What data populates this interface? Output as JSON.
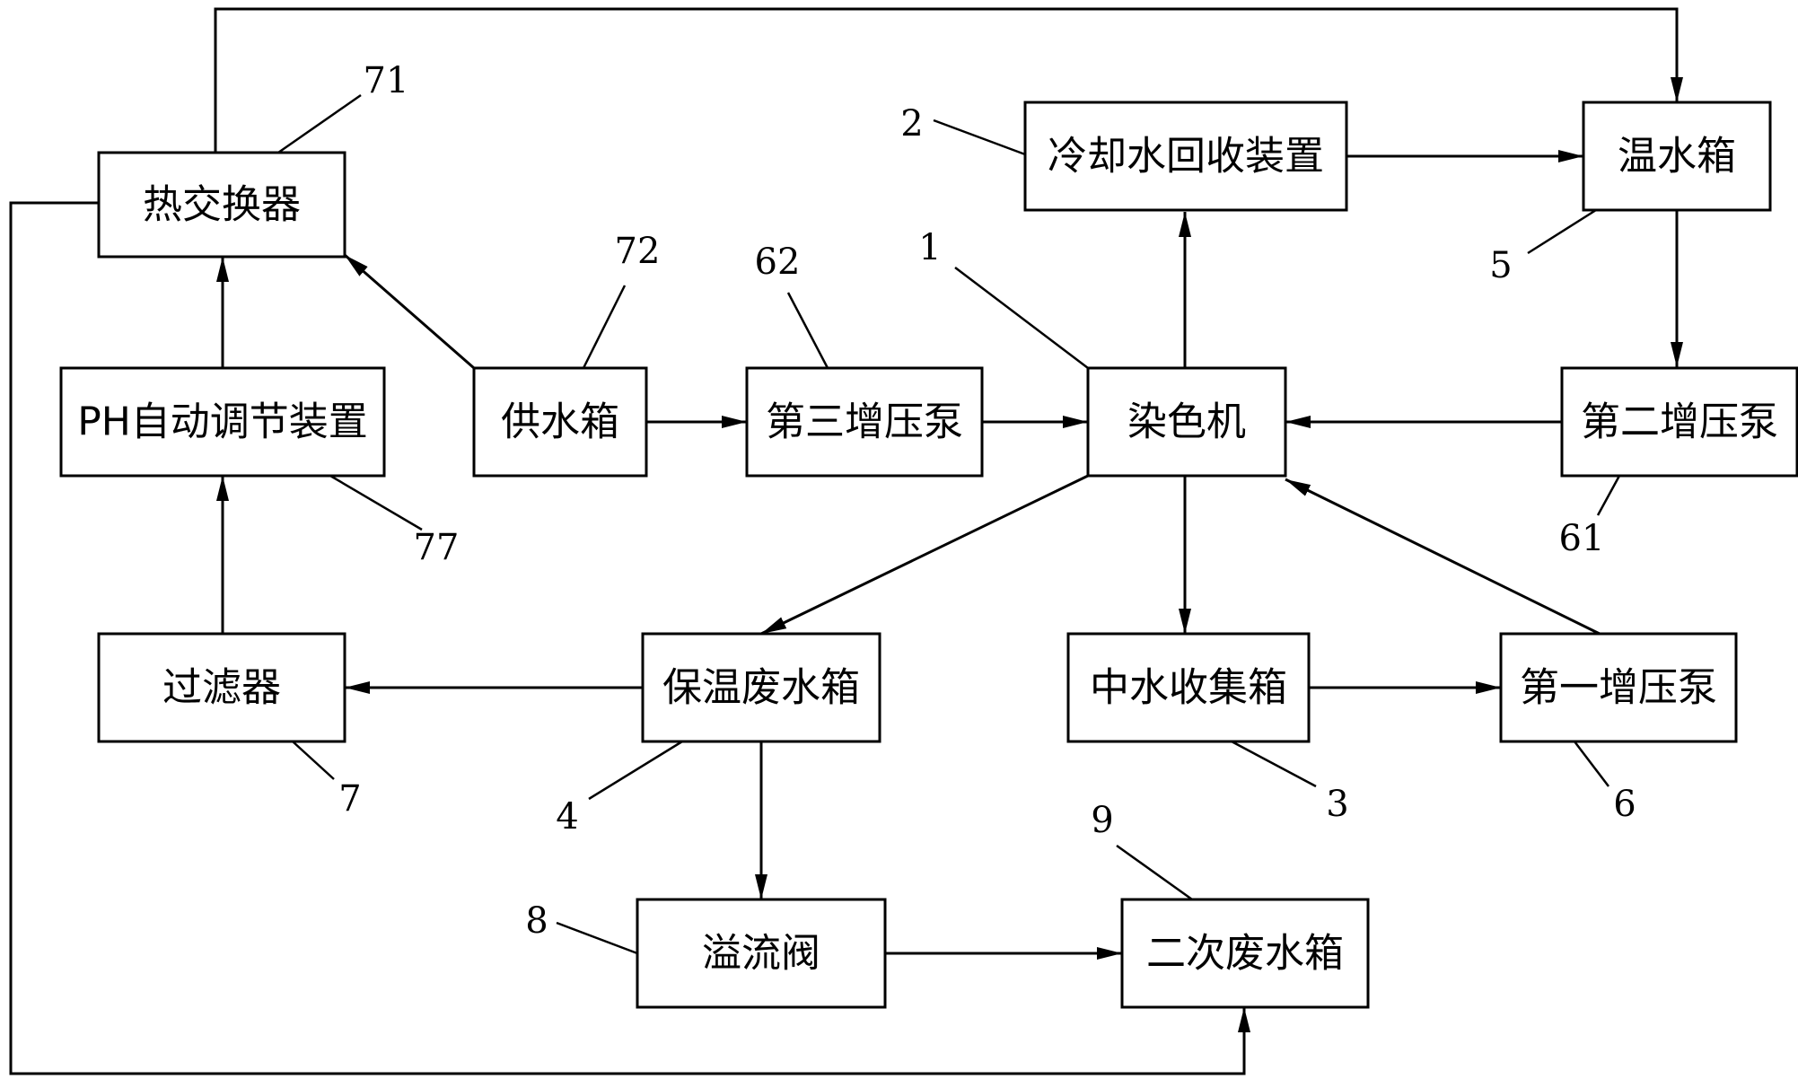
{
  "nodes": {
    "heat_exchanger": "热交换器",
    "ph_regulator": "PH自动调节装置",
    "water_supply_tank": "供水箱",
    "third_booster_pump": "第三增压泵",
    "dyeing_machine": "染色机",
    "second_booster_pump": "第二增压泵",
    "cooling_water_recovery": "冷却水回收装置",
    "warm_water_tank": "温水箱",
    "filter": "过滤器",
    "insulated_wastewater_tank": "保温废水箱",
    "reclaimed_water_tank": "中水收集箱",
    "first_booster_pump": "第一增压泵",
    "overflow_valve": "溢流阀",
    "secondary_wastewater_tank": "二次废水箱"
  },
  "refs": {
    "r71": "71",
    "r72": "72",
    "r62": "62",
    "r1": "1",
    "r2": "2",
    "r5": "5",
    "r61": "61",
    "r77": "77",
    "r7": "7",
    "r4": "4",
    "r3": "3",
    "r6": "6",
    "r8": "8",
    "r9": "9"
  },
  "edges": [
    {
      "from": "dyeing_machine",
      "to": "cooling_water_recovery"
    },
    {
      "from": "cooling_water_recovery",
      "to": "warm_water_tank"
    },
    {
      "from": "warm_water_tank",
      "to": "second_booster_pump"
    },
    {
      "from": "second_booster_pump",
      "to": "dyeing_machine"
    },
    {
      "from": "water_supply_tank",
      "to": "third_booster_pump"
    },
    {
      "from": "third_booster_pump",
      "to": "dyeing_machine"
    },
    {
      "from": "water_supply_tank",
      "to": "heat_exchanger"
    },
    {
      "from": "ph_regulator",
      "to": "heat_exchanger"
    },
    {
      "from": "filter",
      "to": "ph_regulator"
    },
    {
      "from": "insulated_wastewater_tank",
      "to": "filter"
    },
    {
      "from": "dyeing_machine",
      "to": "insulated_wastewater_tank"
    },
    {
      "from": "dyeing_machine",
      "to": "reclaimed_water_tank"
    },
    {
      "from": "reclaimed_water_tank",
      "to": "first_booster_pump"
    },
    {
      "from": "first_booster_pump",
      "to": "dyeing_machine"
    },
    {
      "from": "insulated_wastewater_tank",
      "to": "overflow_valve"
    },
    {
      "from": "overflow_valve",
      "to": "secondary_wastewater_tank"
    },
    {
      "from": "heat_exchanger",
      "to": "warm_water_tank"
    },
    {
      "from": "heat_exchanger",
      "to": "secondary_wastewater_tank"
    }
  ]
}
